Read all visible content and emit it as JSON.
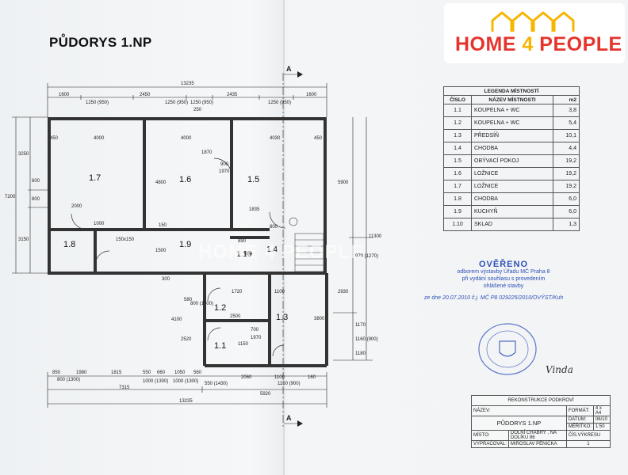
{
  "page": {
    "title": "PŮDORYS 1.NP"
  },
  "logo": {
    "text_pre": "HOME ",
    "text_num": "4",
    "text_post": " PEOPLE",
    "color_red": "#e5342c",
    "color_yellow": "#f7b500"
  },
  "watermark": {
    "text": "HOME 4 PEOPLE"
  },
  "legend": {
    "title": "LEGENDA MÍSTNOSTÍ",
    "headers": [
      "ČÍSLO",
      "NÁZEV MÍSTNOSTI",
      "m2"
    ],
    "rows": [
      [
        "1.1",
        "KOUPELNA + WC",
        "3,8"
      ],
      [
        "1.2",
        "KOUPELNA + WC",
        "5,4"
      ],
      [
        "1.3",
        "PŘEDSÍŇ",
        "10,1"
      ],
      [
        "1.4",
        "CHODBA",
        "4,4"
      ],
      [
        "1.5",
        "OBÝVACÍ POKOJ",
        "19,2"
      ],
      [
        "1.6",
        "LOŽNICE",
        "19,2"
      ],
      [
        "1.7",
        "LOŽNICE",
        "19,2"
      ],
      [
        "1.8",
        "CHODBA",
        "6,0"
      ],
      [
        "1.9",
        "KUCHYŇ",
        "6,0"
      ],
      [
        "1.10",
        "SKLAD",
        "1,3"
      ]
    ]
  },
  "verified": {
    "title": "OVĚŘENO",
    "line1": "odborem výstavby Úřadu MČ Praha 8",
    "line2": "při vydání souhlasu s provedením",
    "line3": "ohlášené stavby",
    "date_prefix": "ze dne",
    "date_value": "20.07.2010",
    "date_suffix": "č.j. MČ P8 029225/2010/OVÝST/Kuh"
  },
  "signature": {
    "text": "Vinda"
  },
  "titleblock": {
    "header": "REKONSTRUKCE PODKROVÍ",
    "name_label": "NÁZEV:",
    "name_value": "PŮDORYS 1.NP",
    "format_label": "FORMÁT:",
    "format_value": "4 x A4",
    "date_label": "DATUM:",
    "date_value": "06/10",
    "scale_label": "MĚŘÍTKO:",
    "scale_value": "1:50",
    "drawing_label": "ČÍS.VÝKRESU",
    "drawing_value": "1",
    "place_label": "MÍSTO:",
    "place_value": "DOLNÍ CHABRY , NA DOLÍKU 86",
    "author_label": "VYPRACOVAL:",
    "author_value": "MIROSLAV PĚNIČKA"
  },
  "plan": {
    "section_marker": "A",
    "rooms": [
      {
        "label": "1.7"
      },
      {
        "label": "1.6"
      },
      {
        "label": "1.5"
      },
      {
        "label": "1.8"
      },
      {
        "label": "1.9"
      },
      {
        "label": "1.10"
      },
      {
        "label": "1.4"
      },
      {
        "label": "1.2"
      },
      {
        "label": "1.3"
      },
      {
        "label": "1.1"
      }
    ],
    "dims_top": {
      "total": "13235",
      "d1": "1600",
      "d2": "1250 (950)",
      "d3": "2450",
      "d4": "1250 (950)",
      "d5": "1250 (950)",
      "d6": "2435",
      "d7": "1250 (950)",
      "d8": "1600",
      "d9": "250"
    },
    "dims_inner": {
      "a": "4000",
      "b": "4000",
      "c": "4030",
      "d": "450",
      "e": "450",
      "f": "1870",
      "g": "4800",
      "h": "1835",
      "i": "2000",
      "j": "900",
      "k": "1970",
      "l": "150x150"
    },
    "dims_left": {
      "a": "3250",
      "b": "7200",
      "c": "3150",
      "d": "800",
      "e": "600"
    },
    "dims_right": {
      "a": "5900",
      "b": "11300",
      "c": "2930",
      "d": "1170",
      "e": "1180",
      "f": "970 (1270)",
      "g": "1160 (900)"
    },
    "dims_bottom": {
      "total": "13235",
      "a": "7315",
      "b": "5920",
      "c": "850",
      "d": "1980",
      "e": "1815",
      "f": "550",
      "g": "660",
      "h": "1050",
      "i": "560",
      "j": "2060",
      "k": "1100",
      "l": "160",
      "m": "800 (1300)",
      "n": "1000 (1300)",
      "o": "1000 (1300)",
      "p": "550 (1430)",
      "q": "1150 (900)"
    },
    "dims_mid": {
      "a": "1720",
      "b": "1100",
      "c": "2500",
      "d": "3800",
      "e": "890",
      "f": "800",
      "g": "300",
      "h": "4100",
      "i": "2520",
      "j": "580",
      "k": "800 (1400)",
      "l": "700",
      "m": "1970",
      "n": "1150",
      "o": "600",
      "p": "1500",
      "q": "1000",
      "r": "150"
    }
  }
}
